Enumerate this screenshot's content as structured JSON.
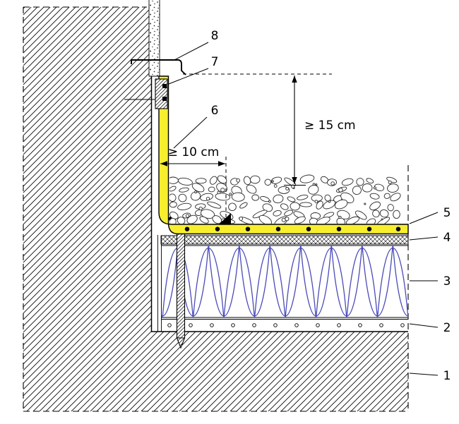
{
  "drawing": {
    "callouts": {
      "c1": "1",
      "c2": "2",
      "c3": "3",
      "c4": "4",
      "c5": "5",
      "c6": "6",
      "c7": "7",
      "c8": "8"
    },
    "dimensions": {
      "upstand_height_min": "≥ 15 cm",
      "strip_width_min": "≥ 10 cm"
    },
    "colors": {
      "membrane": "#f7ee2e",
      "insulation": "#4a4ab8",
      "ink": "#000000"
    }
  }
}
